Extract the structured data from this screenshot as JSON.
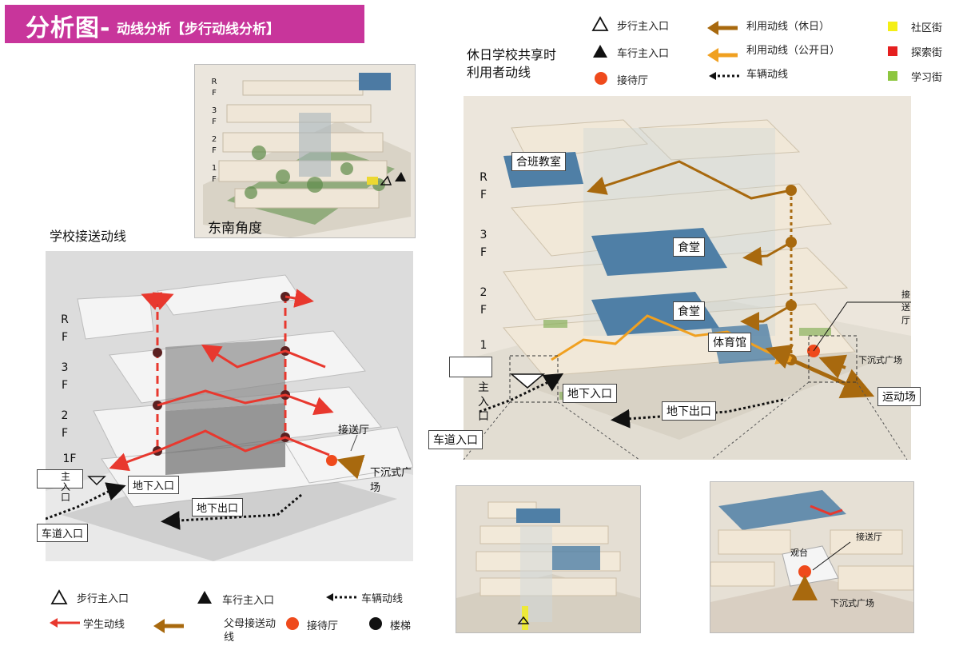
{
  "header": {
    "title_big": "分析图-",
    "title_small": "动线分析【步行动线分析】"
  },
  "left_section": {
    "title": "学校接送动线",
    "top_photo_caption": "东南角度",
    "top_photo_floors": [
      "R",
      "F",
      "3",
      "F",
      "2",
      "F",
      "1",
      "F"
    ],
    "floors": [
      "R",
      "F",
      "3",
      "F",
      "2",
      "F",
      "1F"
    ],
    "labels": {
      "main_entrance": "主入口",
      "underground_in": "地下入口",
      "underground_out": "地下出口",
      "vehicle_entrance": "车道入口",
      "pickup_hall": "接送厅",
      "sunken_plaza": "下沉式广场"
    }
  },
  "left_legend": {
    "pedestrian_entrance": "步行主入口",
    "vehicle_main_entrance": "车行主入口",
    "vehicle_route": "车辆动线",
    "student_route": "学生动线",
    "parent_route": "父母接送动线",
    "reception_hall": "接待厅",
    "stairs": "楼梯"
  },
  "right_section": {
    "title_line1": "休日学校共享时",
    "title_line2": "利用者动线",
    "floors": [
      "R",
      "F",
      "3",
      "F",
      "2",
      "F",
      "1",
      "F"
    ],
    "main_entrance_chars": [
      "主",
      "入",
      "口"
    ],
    "labels": {
      "classroom": "合班教室",
      "canteen_upper": "食堂",
      "canteen_lower": "食堂",
      "gym": "体育馆",
      "underground_in": "地下入口",
      "underground_out": "地下出口",
      "vehicle_entrance": "车道入口",
      "pickup_hall": "接送厅",
      "sunken_plaza": "下沉式广场",
      "sports_field": "运动场"
    },
    "detail_labels": {
      "pickup_hall": "接送厅",
      "stand": "观台",
      "sunken_plaza": "下沉式广场"
    }
  },
  "top_legend": {
    "pedestrian_entrance": "步行主入口",
    "vehicle_entrance": "车行主入口",
    "reception_hall": "接待厅",
    "use_route_holiday": "利用动线（休日）",
    "use_route_open": "利用动线（公开日）",
    "vehicle_route": "车辆动线",
    "community_street": "社区街",
    "exploration_street": "探索街",
    "learning_street": "学习街"
  },
  "colors": {
    "accent": "#c8359b",
    "student_route": "#e8382e",
    "parent_route": "#a8690e",
    "holiday_route": "#a8690e",
    "open_route": "#f0a020",
    "reception": "#ef4a1c",
    "community": "#f4ef15",
    "exploration": "#e51f1f",
    "learning": "#8dc63f"
  }
}
